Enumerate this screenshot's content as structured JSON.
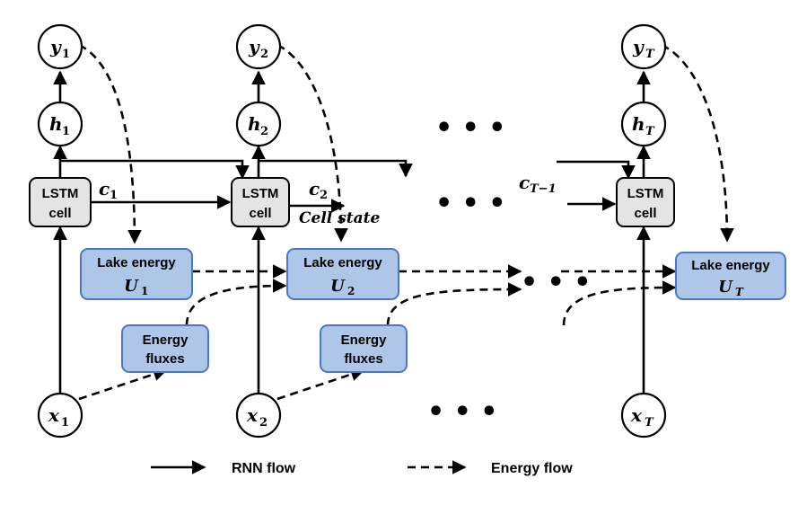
{
  "legend": {
    "rnn_flow": "RNN flow",
    "energy_flow": "Energy flow"
  },
  "lstm_label_line1": "LSTM",
  "lstm_label_line2": "cell",
  "lake_energy_label": "Lake energy",
  "energy_fluxes_line1": "Energy",
  "energy_fluxes_line2": "fluxes",
  "cell_state_label": "Cell state",
  "ellipsis": "• • •",
  "steps": [
    {
      "y": "y",
      "y_sub": "1",
      "h": "h",
      "h_sub": "1",
      "x": "x",
      "x_sub": "1",
      "c": "c",
      "c_sub": "1",
      "U": "U",
      "U_sub": "1"
    },
    {
      "y": "y",
      "y_sub": "2",
      "h": "h",
      "h_sub": "2",
      "x": "x",
      "x_sub": "2",
      "c": "c",
      "c_sub": "2",
      "U": "U",
      "U_sub": "2"
    },
    {
      "y": "y",
      "y_sub": "T",
      "h": "h",
      "h_sub": "T",
      "x": "x",
      "x_sub": "T",
      "c": "c",
      "c_sub": "T−1",
      "U": "U",
      "U_sub": "T"
    }
  ]
}
